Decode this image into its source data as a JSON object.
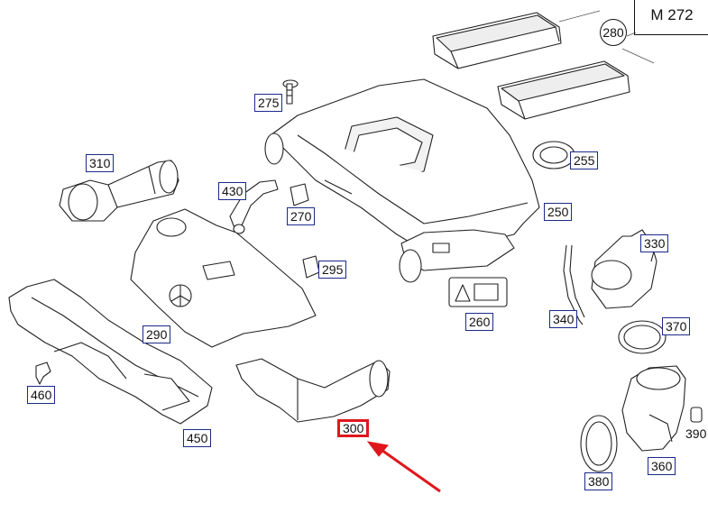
{
  "model": "M 272",
  "callouts": [
    {
      "id": "280",
      "text": "280",
      "style": "circle"
    },
    {
      "id": "275",
      "text": "275"
    },
    {
      "id": "310",
      "text": "310"
    },
    {
      "id": "255",
      "text": "255"
    },
    {
      "id": "430",
      "text": "430"
    },
    {
      "id": "270",
      "text": "270"
    },
    {
      "id": "250",
      "text": "250"
    },
    {
      "id": "330",
      "text": "330"
    },
    {
      "id": "295",
      "text": "295"
    },
    {
      "id": "260",
      "text": "260"
    },
    {
      "id": "340",
      "text": "340"
    },
    {
      "id": "370",
      "text": "370"
    },
    {
      "id": "290",
      "text": "290"
    },
    {
      "id": "460",
      "text": "460"
    },
    {
      "id": "300",
      "text": "300",
      "style": "highlight"
    },
    {
      "id": "450",
      "text": "450"
    },
    {
      "id": "390",
      "text": "390",
      "style": "plain"
    },
    {
      "id": "360",
      "text": "360"
    },
    {
      "id": "380",
      "text": "380"
    }
  ],
  "colors": {
    "highlight": "#e0161d",
    "label_border": "#1a2a8a",
    "line": "#222222"
  }
}
